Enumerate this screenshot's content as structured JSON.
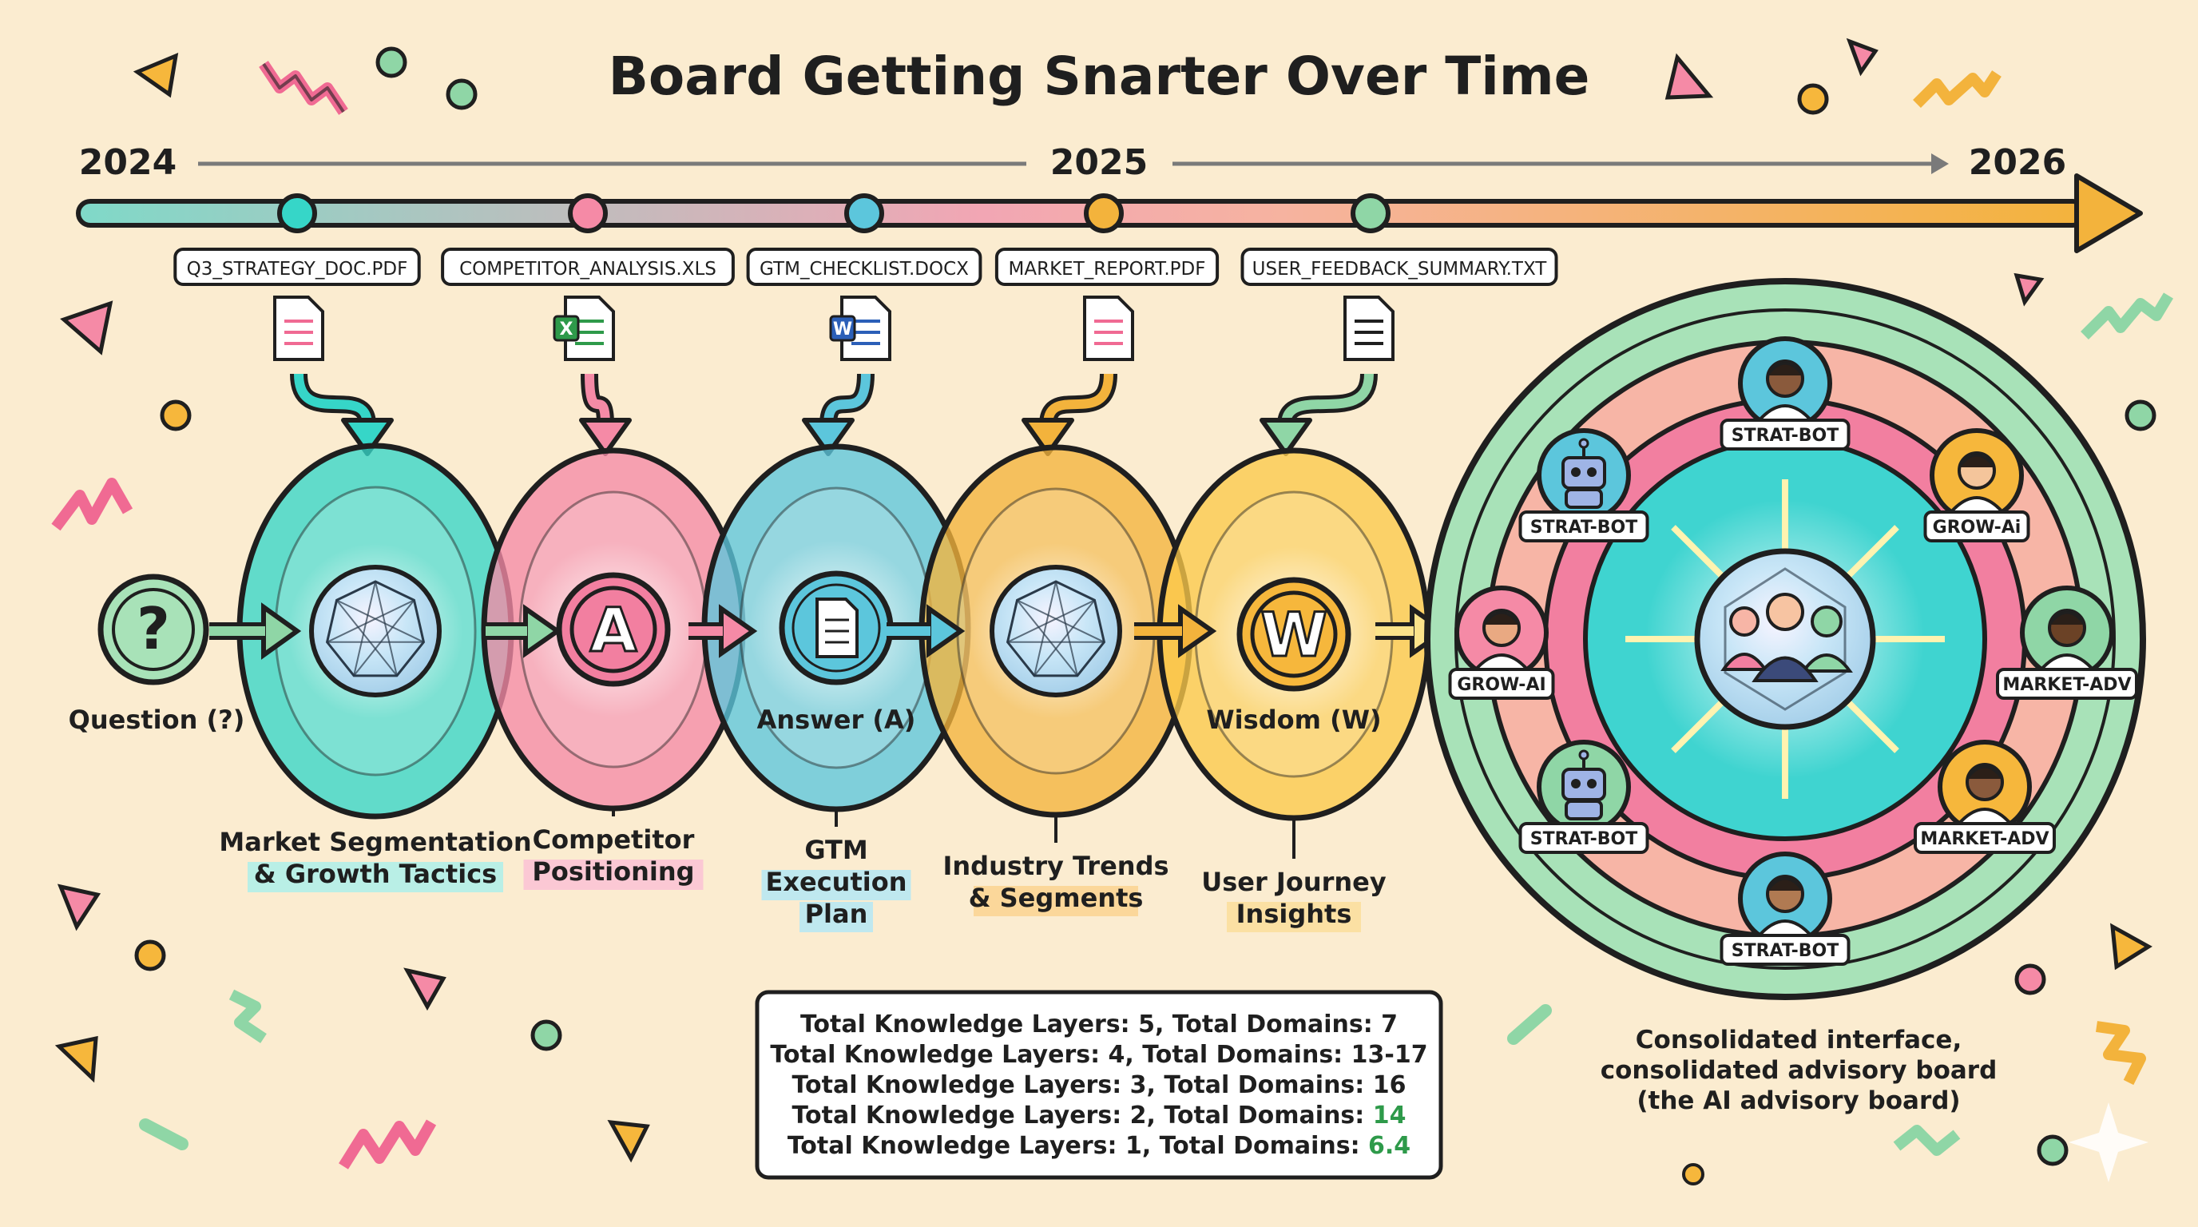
{
  "title": "Board Getting Snarter Over Time",
  "timeline": {
    "years": [
      "2024",
      "2025",
      "2026"
    ]
  },
  "files": [
    {
      "label": "Q3_STRATEGY_DOC.PDF",
      "type": "pdf-icon",
      "color": "#36d6c8"
    },
    {
      "label": "COMPETITOR_ANALYSIS.XLS",
      "type": "excel-icon",
      "color": "#f58aa6"
    },
    {
      "label": "GTM_CHECKLIST.DOCX",
      "type": "word-icon",
      "color": "#5cc6dc"
    },
    {
      "label": "MARKET_REPORT.PDF",
      "type": "pdf-icon",
      "color": "#f3b33c"
    },
    {
      "label": "USER_FEEDBACK_SUMMARY.TXT",
      "type": "text-file-icon",
      "color": "#8fd6a6"
    }
  ],
  "nodes": [
    {
      "glyph": "?",
      "label": "Question (?)"
    },
    {
      "glyph": "A",
      "label": "Answer (A)"
    },
    {
      "glyph": "W",
      "label": "Wisdom (W)"
    }
  ],
  "stages": [
    {
      "lines": [
        "Market Segmentation",
        "& Growth Tactics"
      ],
      "color": "#36d6c8",
      "highlight": "#b9efe6"
    },
    {
      "lines": [
        "Competitor",
        "Positioning"
      ],
      "color": "#f58aa6",
      "highlight": "#fbc8d4"
    },
    {
      "lines": [
        "GTM",
        "Execution",
        "Plan"
      ],
      "color": "#5cc6dc",
      "highlight": "#bfe8ef"
    },
    {
      "lines": [
        "Industry Trends",
        "& Segments"
      ],
      "color": "#f3b33c",
      "highlight": "#fbd79a"
    },
    {
      "lines": [
        "User Journey",
        "Insights"
      ],
      "color": "#fbc94a",
      "highlight": "#fbe0a3"
    }
  ],
  "stats": [
    {
      "text": "Total Knowledge Layers: 5, Total Domains: ",
      "value": "7",
      "valueColor": "#1f1f1f"
    },
    {
      "text": "Total Knowledge Layers: 4, Total Domains: ",
      "value": "13-17",
      "valueColor": "#1f1f1f"
    },
    {
      "text": "Total Knowledge Layers: 3, Total Domains: ",
      "value": "16",
      "valueColor": "#1f1f1f"
    },
    {
      "text": "Total Knowledge Layers: 2, Total Domains: ",
      "value": "14",
      "valueColor": "#2e9a4a"
    },
    {
      "text": "Total Knowledge Layers: 1, Total Domains: ",
      "value": "6.4",
      "valueColor": "#2e9a4a"
    }
  ],
  "board": {
    "advisors": [
      {
        "label": "STRAT-BOT",
        "avatar": "person-avatar-icon"
      },
      {
        "label": "GROW-Ai",
        "avatar": "person-avatar-icon"
      },
      {
        "label": "MARKET-ADV",
        "avatar": "person-avatar-icon"
      },
      {
        "label": "MARKET-ADV",
        "avatar": "person-avatar-icon"
      },
      {
        "label": "STRAT-BOT",
        "avatar": "person-avatar-icon"
      },
      {
        "label": "STRAT-BOT",
        "avatar": "robot-icon"
      },
      {
        "label": "GROW-AI",
        "avatar": "person-avatar-icon"
      },
      {
        "label": "STRAT-BOT",
        "avatar": "robot-icon"
      }
    ],
    "caption": [
      "Consolidated interface,",
      "consolidated advisory board",
      "(the AI advisory board)"
    ]
  },
  "colors": {
    "background": "#fbecd0",
    "ink": "#1f1f1f",
    "mint": "#8fd6a6",
    "pink": "#f58aa6",
    "teal": "#36d6c8",
    "amber": "#f3b33c"
  }
}
